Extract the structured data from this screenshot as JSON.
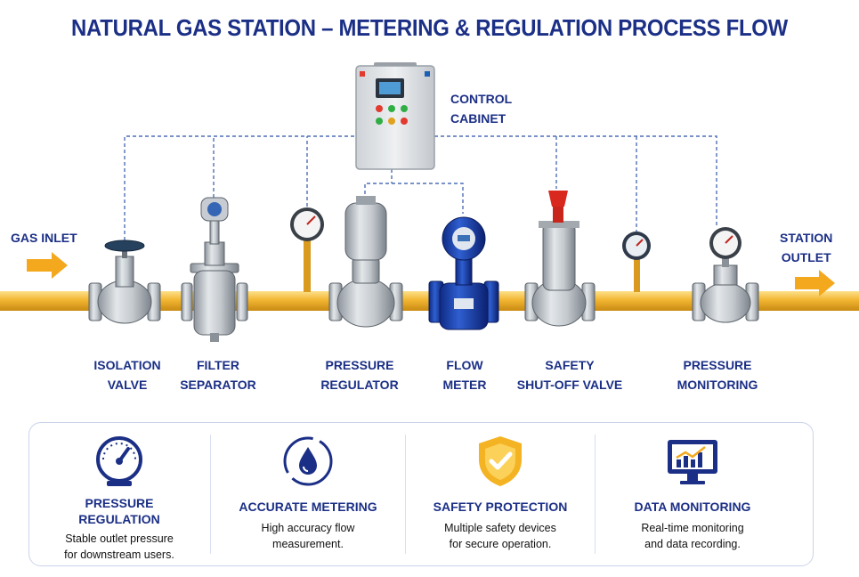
{
  "title": "NATURAL GAS STATION – METERING & REGULATION PROCESS FLOW",
  "inlet": "GAS INLET",
  "outlet": [
    "STATION",
    "OUTLET"
  ],
  "cabinet": [
    "CONTROL",
    "CABINET"
  ],
  "components": [
    {
      "id": "isolation-valve",
      "lines": [
        "ISOLATION",
        "VALVE"
      ]
    },
    {
      "id": "filter-separator",
      "lines": [
        "FILTER",
        "SEPARATOR"
      ]
    },
    {
      "id": "pressure-regulator",
      "lines": [
        "PRESSURE",
        "REGULATOR"
      ]
    },
    {
      "id": "flow-meter",
      "lines": [
        "FLOW",
        "METER"
      ]
    },
    {
      "id": "safety-shutoff-valve",
      "lines": [
        "SAFETY",
        "SHUT-OFF VALVE"
      ]
    },
    {
      "id": "pressure-monitoring",
      "lines": [
        "PRESSURE",
        "MONITORING"
      ]
    }
  ],
  "features": [
    {
      "title1": "PRESSURE",
      "title2": "REGULATION",
      "desc1": "Stable outlet pressure",
      "desc2": "for downstream users.",
      "icon": "gauge-icon"
    },
    {
      "title1": "ACCURATE METERING",
      "title2": "",
      "desc1": "High accuracy flow",
      "desc2": "measurement.",
      "icon": "water-drop-icon"
    },
    {
      "title1": "SAFETY PROTECTION",
      "title2": "",
      "desc1": "Multiple safety devices",
      "desc2": "for secure operation.",
      "icon": "shield-check-icon"
    },
    {
      "title1": "DATA MONITORING",
      "title2": "",
      "desc1": "Real-time monitoring",
      "desc2": "and data recording.",
      "icon": "monitor-chart-icon"
    }
  ],
  "colors": {
    "navy": "#1b2f86",
    "pipe": "#f2b632",
    "arrow": "#f4a81d",
    "shield": "#f4b323",
    "dash": "#4f6fb5"
  }
}
